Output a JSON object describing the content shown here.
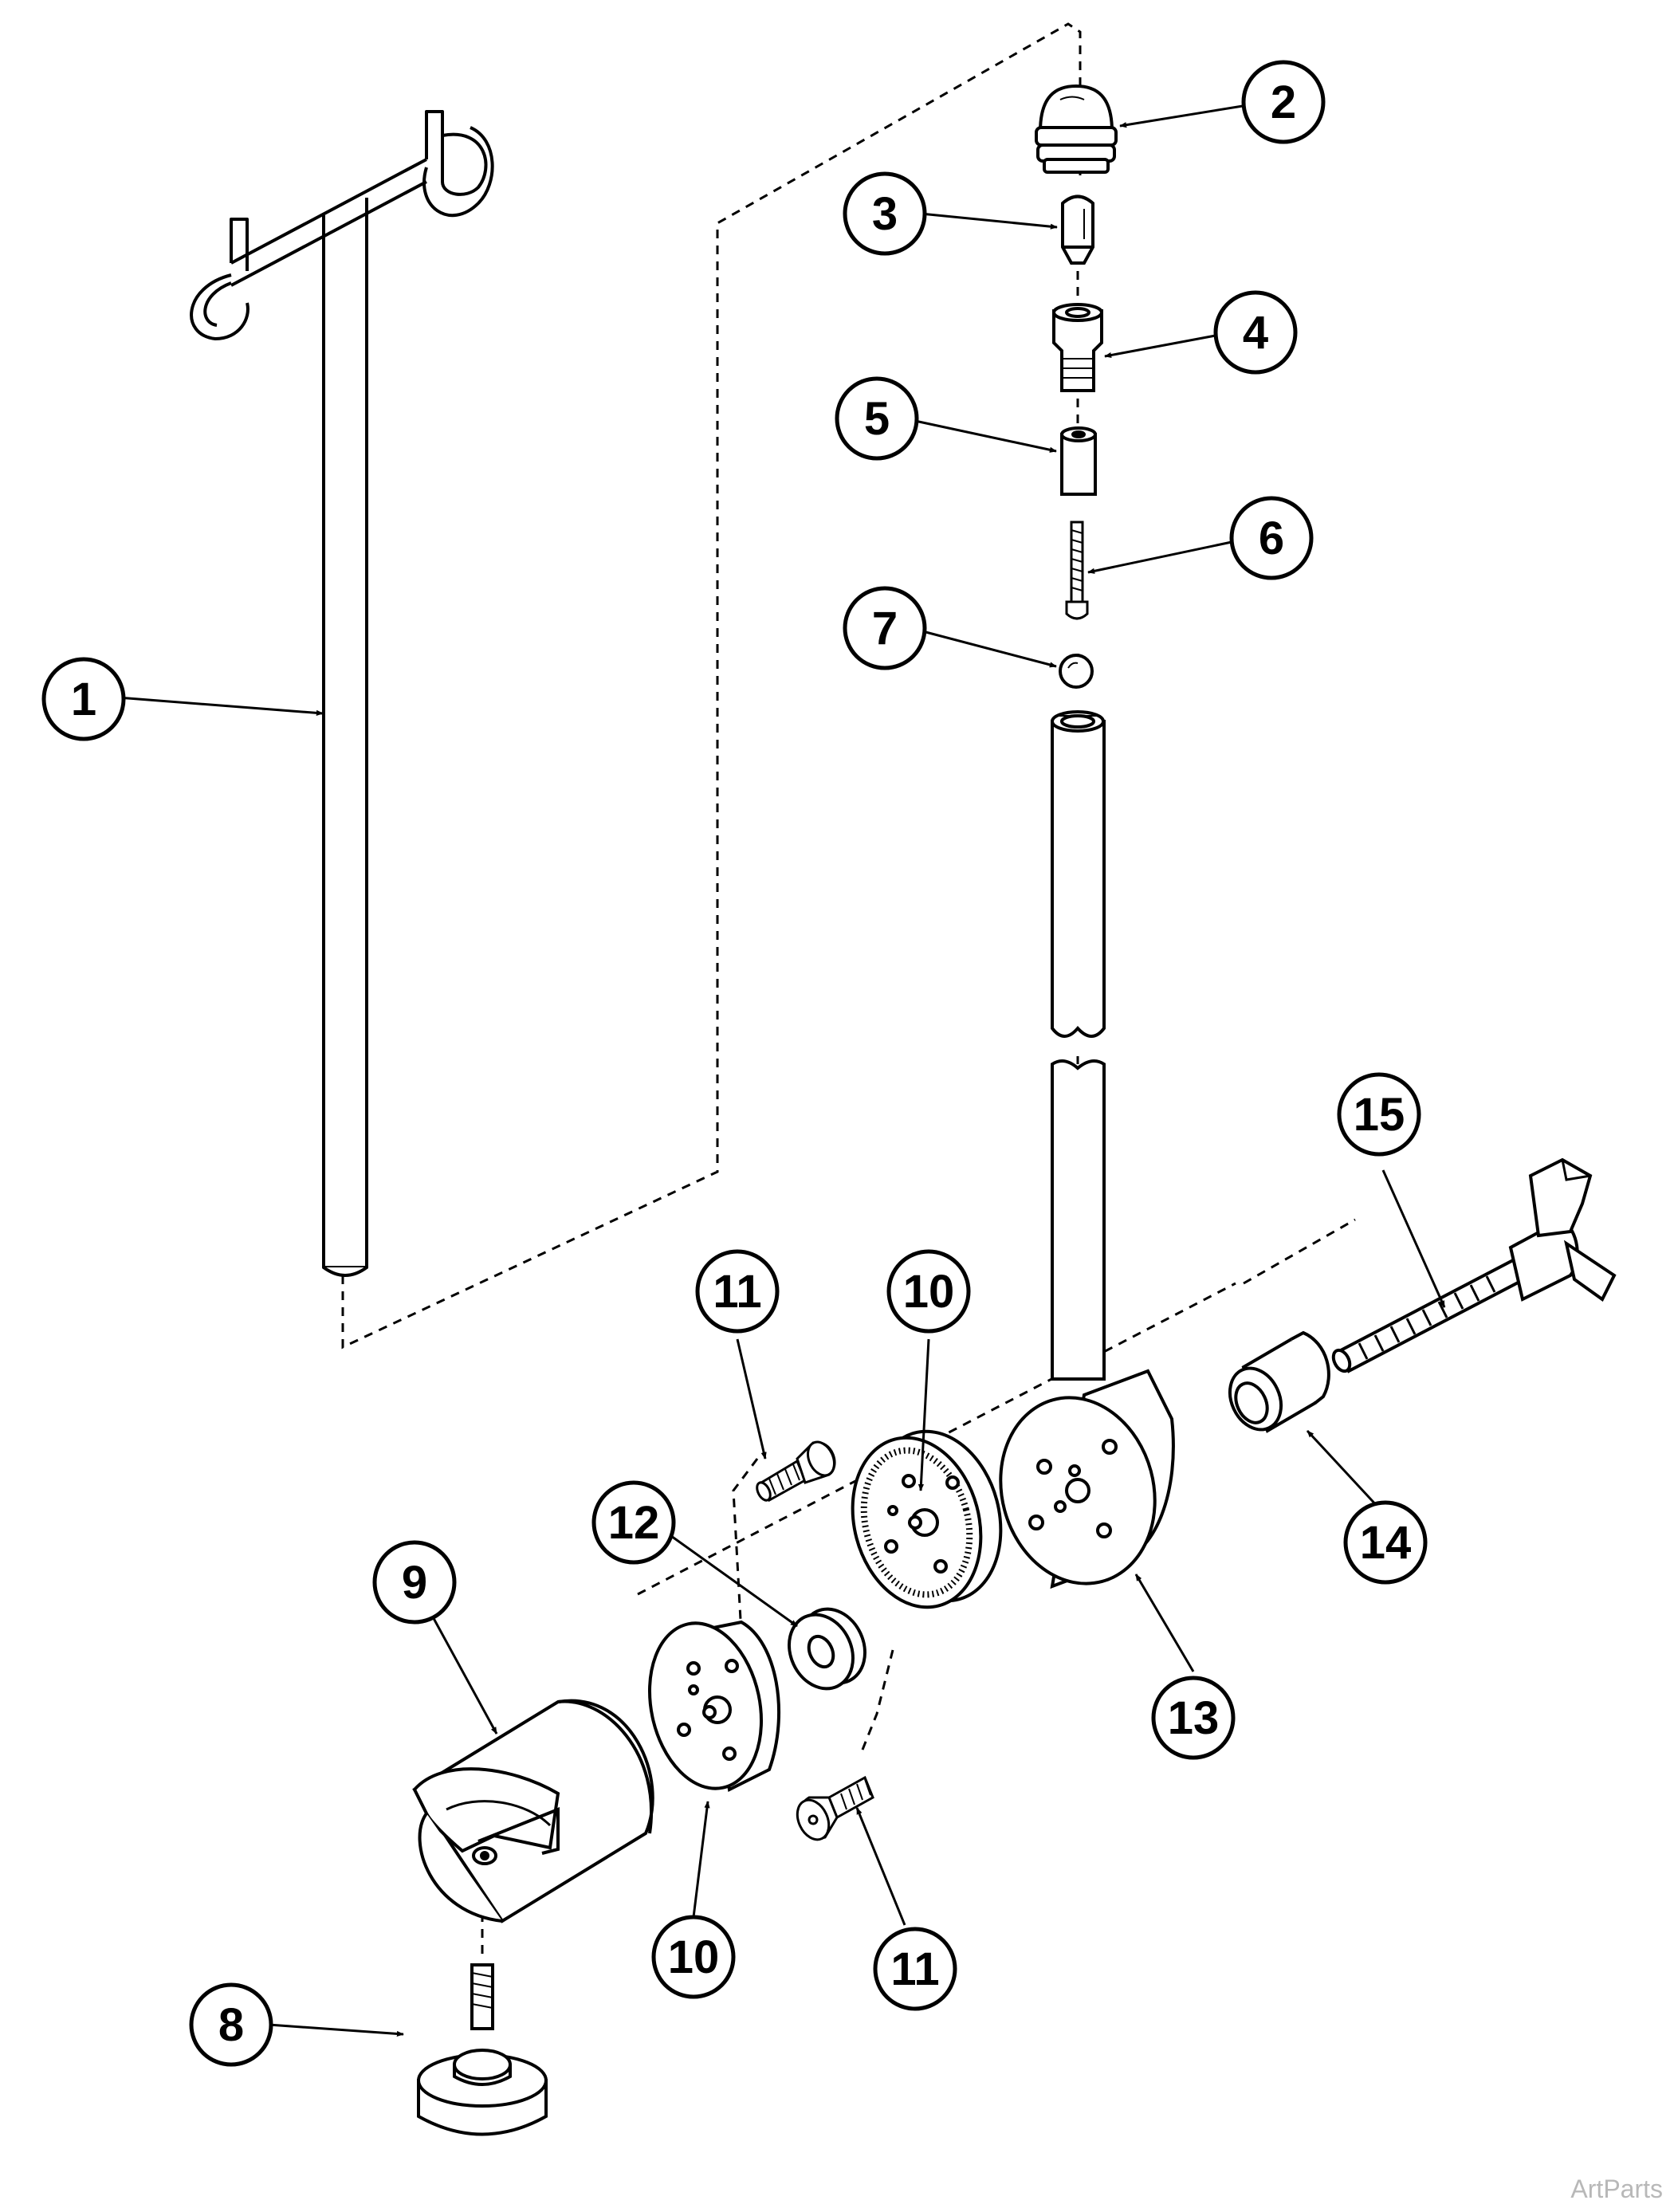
{
  "diagram": {
    "parts": [
      {
        "number": "1"
      },
      {
        "number": "2"
      },
      {
        "number": "3"
      },
      {
        "number": "4"
      },
      {
        "number": "5"
      },
      {
        "number": "6"
      },
      {
        "number": "7"
      },
      {
        "number": "8"
      },
      {
        "number": "9"
      },
      {
        "number": "10"
      },
      {
        "number": "10"
      },
      {
        "number": "11"
      },
      {
        "number": "11"
      },
      {
        "number": "12"
      },
      {
        "number": "13"
      },
      {
        "number": "14"
      },
      {
        "number": "15"
      }
    ]
  },
  "watermark": "ArtParts"
}
